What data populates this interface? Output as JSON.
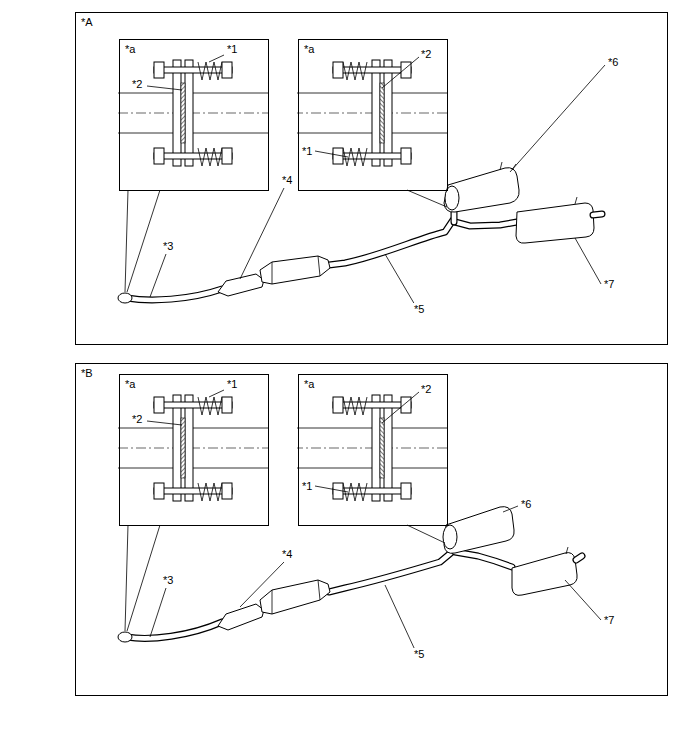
{
  "diagram": {
    "nodes": [
      {
        "text": [
          "*A"
        ]
      },
      {
        "text": [
          "*a"
        ],
        "in": 0
      },
      {
        "text": [
          "*a"
        ],
        "in": 0
      },
      {
        "text": [
          "*B"
        ]
      },
      {
        "text": [
          "*a"
        ],
        "in": 3
      },
      {
        "text": [
          "*a"
        ],
        "in": 3
      }
    ],
    "labels": [
      "*1",
      "*2",
      "*2",
      "*1",
      "*6",
      "*4",
      "*3",
      "*7",
      "*5",
      "*1",
      "*2",
      "*2",
      "*1",
      "*6",
      "*4",
      "*3",
      "*7",
      "*5"
    ]
  }
}
